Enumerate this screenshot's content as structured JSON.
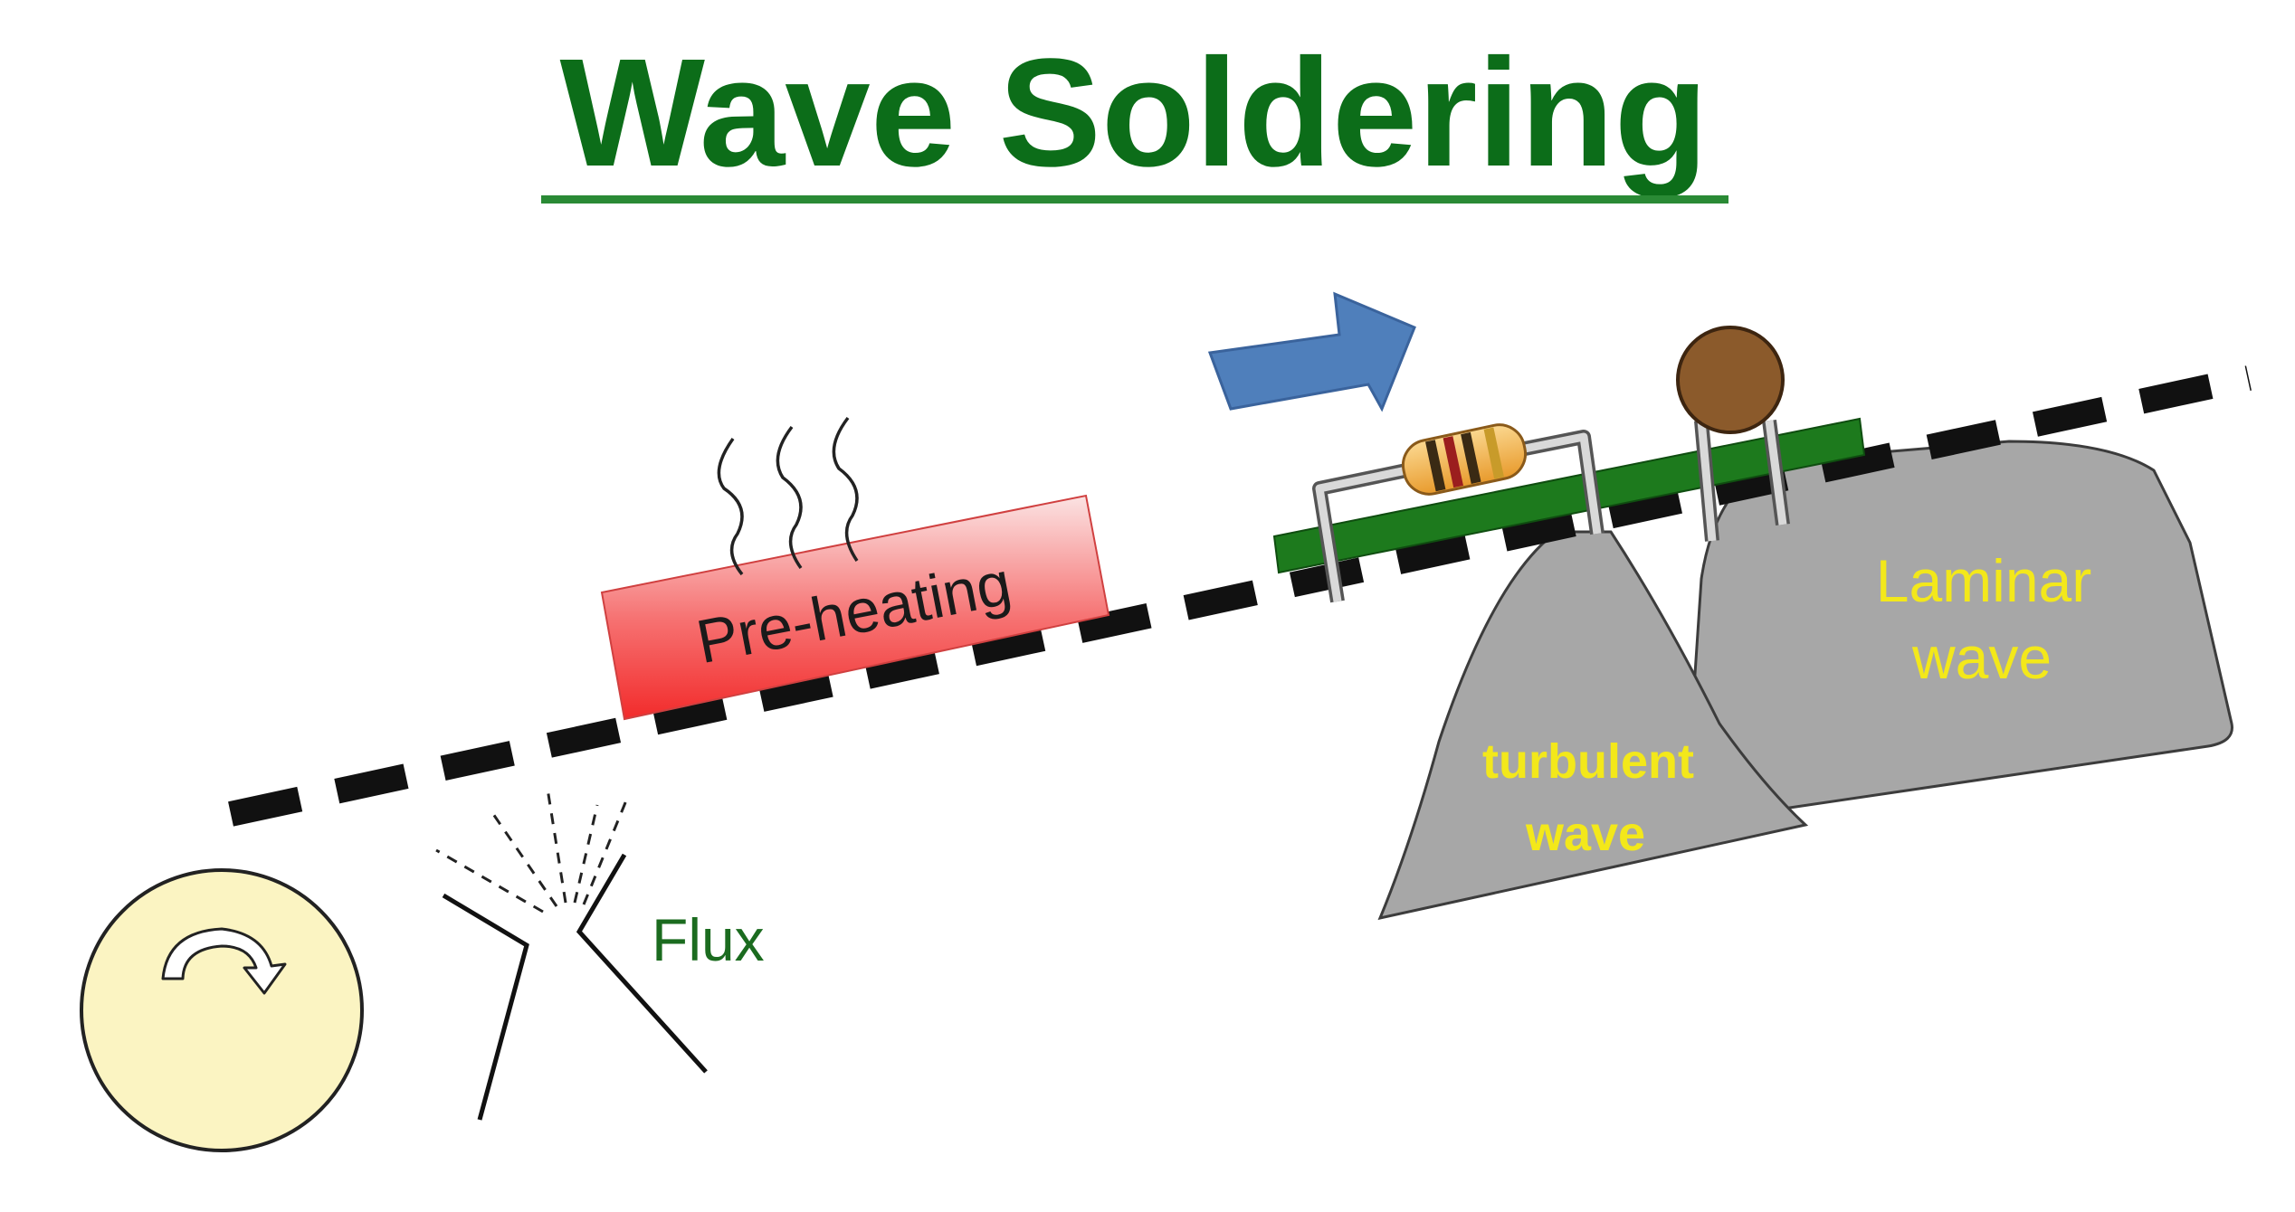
{
  "title": "Wave Soldering",
  "labels": {
    "preheating": "Pre-heating",
    "flux": "Flux",
    "turbulent_line1": "turbulent",
    "turbulent_line2": "wave",
    "laminar_line1": "Laminar",
    "laminar_line2": "wave"
  },
  "colors": {
    "title_green": "#0c6d19",
    "flux_green": "#1b6b1f",
    "label_yellow": "#f3e81a",
    "wave_gray": "#a7a7a7",
    "pcb_green": "#1d7a1d",
    "arrow_blue": "#4f7fbb",
    "roller_fill": "#fbf4c2",
    "capacitor_brown": "#8b5a2b",
    "resistor_orange": "#f2b450"
  },
  "icons": {
    "roller": "rotating-roller-icon",
    "direction": "right-arrow-icon",
    "heat": "heat-waves-icon",
    "nozzle": "flux-spray-nozzle-icon"
  }
}
